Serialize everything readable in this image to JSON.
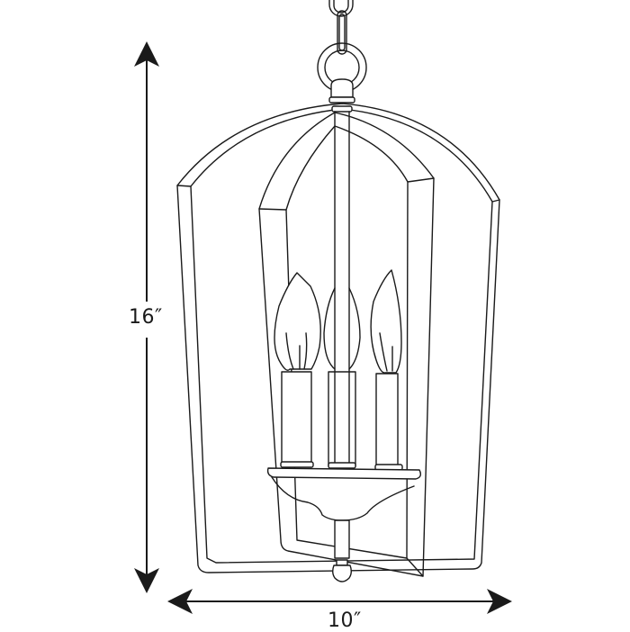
{
  "diagram": {
    "subject": "Pendant lantern with chain, cage frame and three candle lights",
    "line_color": "#1a1a1a",
    "background": "#ffffff",
    "dimensions": {
      "height": {
        "label": "16″",
        "orientation": "vertical"
      },
      "width": {
        "label": "10″",
        "orientation": "horizontal"
      }
    },
    "components": [
      "chain",
      "ring-loop",
      "canopy-cap",
      "outer-frame",
      "inner-frame",
      "center-rod",
      "candle-bulbs",
      "candle-sleeves",
      "bobeche-bowl",
      "bottom-finial"
    ],
    "candle_count": 3
  }
}
